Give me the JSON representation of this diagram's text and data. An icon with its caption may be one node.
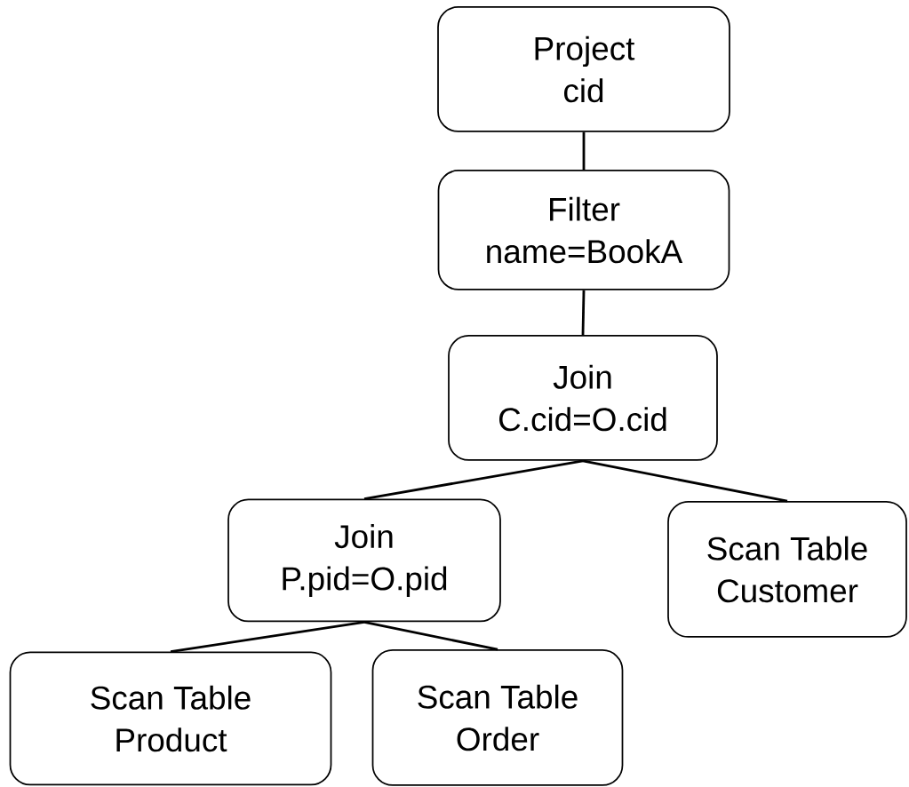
{
  "diagram": {
    "nodes": [
      {
        "text": [
          "Project",
          "cid"
        ]
      },
      {
        "text": [
          "Filter",
          "name=BookA"
        ]
      },
      {
        "text": [
          "Join",
          "C.cid=O.cid"
        ]
      },
      {
        "text": [
          "Join",
          "P.pid=O.pid"
        ]
      },
      {
        "text": [
          "Scan Table",
          "Customer"
        ]
      },
      {
        "text": [
          "Scan Table",
          "Product"
        ]
      },
      {
        "text": [
          "Scan Table",
          "Order"
        ]
      }
    ],
    "edges": [
      {
        "from": 0,
        "to": 1,
        "arrow": "none"
      },
      {
        "from": 1,
        "to": 2,
        "arrow": "none"
      },
      {
        "from": 2,
        "to": 3,
        "arrow": "none"
      },
      {
        "from": 2,
        "to": 4,
        "arrow": "none"
      },
      {
        "from": 3,
        "to": 5,
        "arrow": "none"
      },
      {
        "from": 3,
        "to": 6,
        "arrow": "none"
      }
    ]
  }
}
